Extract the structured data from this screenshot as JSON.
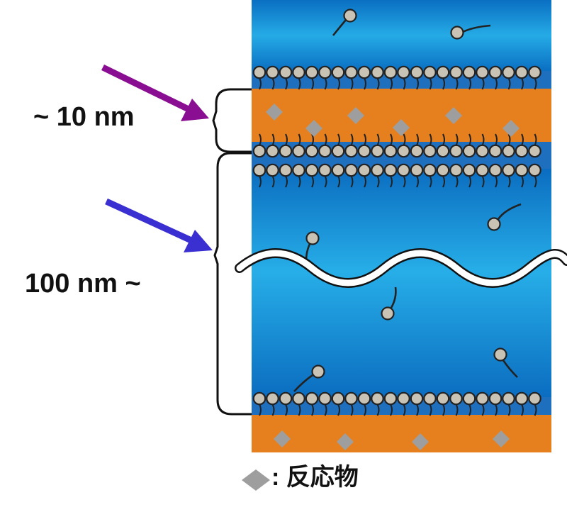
{
  "annotations": {
    "thin_layer": "~ 10 nm",
    "thick_layer": "100 nm ~"
  },
  "legend": {
    "text": ": 反応物",
    "marker_icon": "diamond-icon"
  },
  "colors": {
    "water_top": "#0a73c7",
    "water_mid": "#22a6e3",
    "lipid_core": "#e6801f",
    "head_group": "#c9c3b5",
    "head_outline": "#222222",
    "reactant": "#9e9e9e",
    "arrow_purple": "#8a0e92",
    "arrow_blue": "#3a2fd0",
    "bracket": "#111111"
  }
}
